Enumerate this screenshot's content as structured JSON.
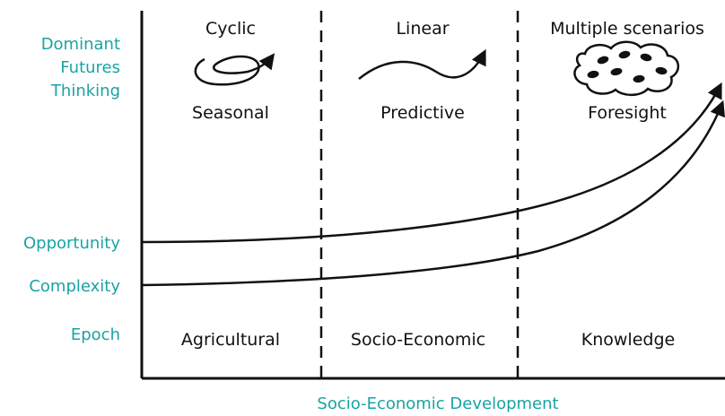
{
  "diagram": {
    "colors": {
      "accent": "#1aa3a3",
      "ink": "#111111",
      "background": "#ffffff"
    },
    "row_labels": {
      "dominant_futures_thinking": [
        "Dominant",
        "Futures",
        "Thinking"
      ],
      "opportunity": "Opportunity",
      "complexity": "Complexity",
      "epoch": "Epoch"
    },
    "x_axis_label": "Socio-Economic Development",
    "columns": [
      {
        "thinking_type": "Cyclic",
        "approach": "Seasonal",
        "epoch": "Agricultural",
        "icon": "cyclic-loop-arrow-icon"
      },
      {
        "thinking_type": "Linear",
        "approach": "Predictive",
        "epoch": "Socio-Economic",
        "icon": "wavy-line-arrow-icon"
      },
      {
        "thinking_type": "Multiple scenarios",
        "approach": "Foresight",
        "epoch": "Knowledge",
        "icon": "scenario-cloud-icon"
      }
    ]
  }
}
